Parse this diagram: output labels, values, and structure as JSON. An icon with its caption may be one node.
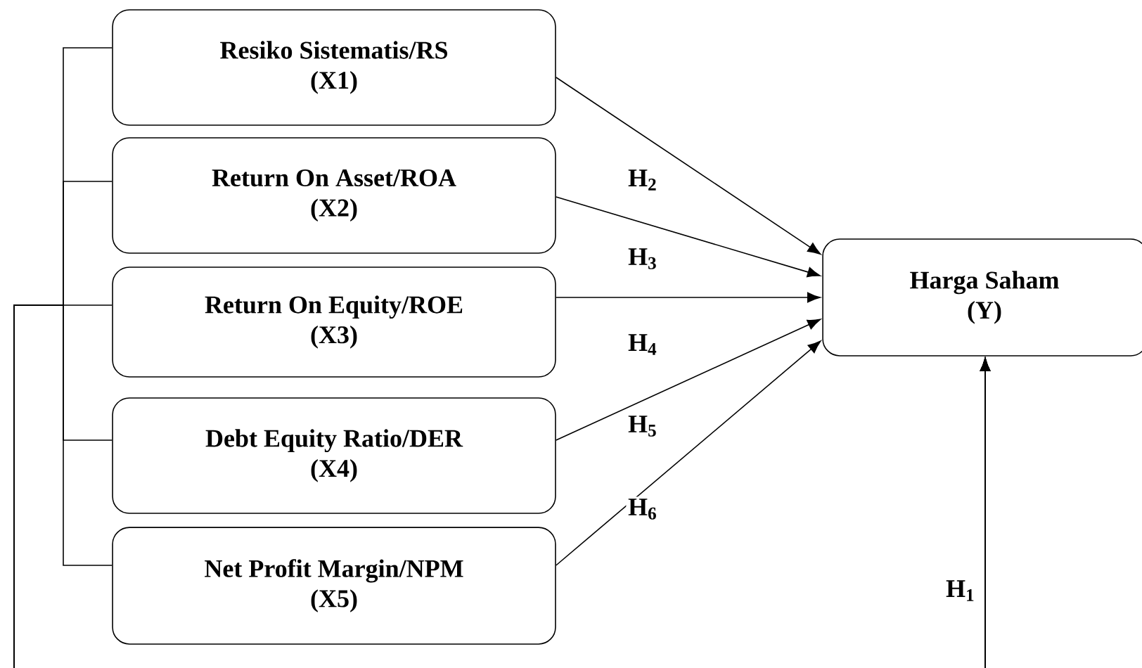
{
  "diagram": {
    "nodes": [
      {
        "text": [
          "Resiko Sistematis/RS",
          "(X1)"
        ]
      },
      {
        "text": [
          "Return On Asset/ROA",
          "(X2)"
        ]
      },
      {
        "text": [
          "Return On Equity/ROE",
          "(X3)"
        ]
      },
      {
        "text": [
          "Debt Equity Ratio/DER",
          "(X4)"
        ]
      },
      {
        "text": [
          "Net Profit Margin/NPM",
          "(X5)"
        ]
      },
      {
        "text": [
          "Harga Saham",
          "(Y)"
        ]
      }
    ],
    "edges": [
      {
        "from": 0,
        "to": 5,
        "arrow": "to",
        "label": "H$_{2}$"
      },
      {
        "from": 1,
        "to": 5,
        "arrow": "to",
        "label": "H$_{3}$"
      },
      {
        "from": 2,
        "to": 5,
        "arrow": "to",
        "label": "H$_{4}$"
      },
      {
        "from": 3,
        "to": 5,
        "arrow": "to",
        "label": "H$_{5}$"
      },
      {
        "from": 4,
        "to": 5,
        "arrow": "to",
        "label": "H$_{6}$"
      },
      {
        "from": 0,
        "to": 5,
        "arrow": "to",
        "label": "H$_{1}$"
      },
      {
        "from": 1,
        "to": 5,
        "arrow": "to"
      },
      {
        "from": 2,
        "to": 5,
        "arrow": "to"
      },
      {
        "from": 3,
        "to": 5,
        "arrow": "to"
      },
      {
        "from": 4,
        "to": 5,
        "arrow": "to"
      }
    ]
  }
}
